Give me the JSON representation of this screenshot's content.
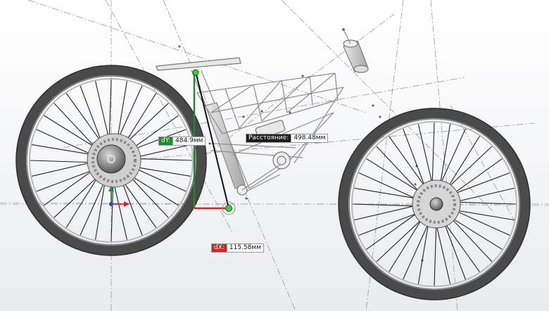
{
  "dimensions": {
    "dy": {
      "label": "dY:",
      "value": "484.9мм"
    },
    "distance": {
      "label": "Расстояние:",
      "value": "498.48мм"
    },
    "dx": {
      "label": "dX:",
      "value": "115.58мм"
    }
  },
  "colors": {
    "background": "#f4f5f7",
    "tire": "#4a4a4a",
    "frame": "#8c8c8c",
    "dy_color": "#1f8a2c",
    "dx_color": "#d62323",
    "measure_line": "#111111"
  },
  "wheels": {
    "spokes": 32
  }
}
